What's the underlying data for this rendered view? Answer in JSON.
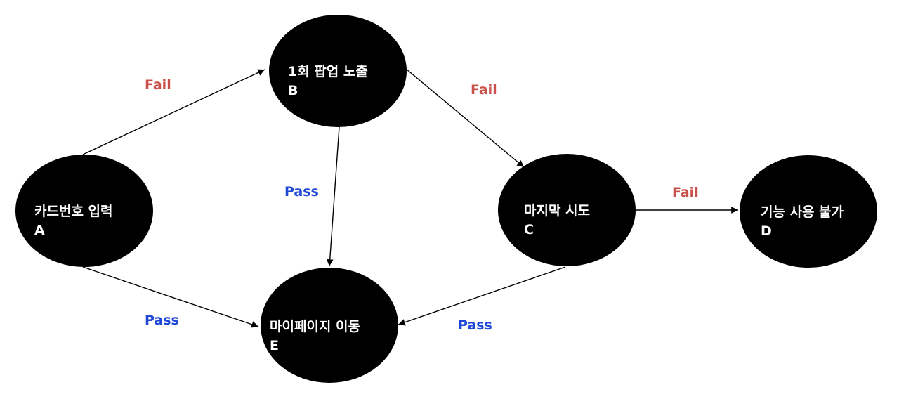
{
  "nodes": {
    "a": {
      "title": "카드번호 입력",
      "id": "A"
    },
    "b": {
      "title": "1회 팝업 노출",
      "id": "B"
    },
    "c": {
      "title": "마지막 시도",
      "id": "C"
    },
    "d": {
      "title": "기능 사용 불가",
      "id": "D"
    },
    "e": {
      "title": "마이페이지 이동",
      "id": "E"
    }
  },
  "edges": {
    "a_b": {
      "label": "Fail"
    },
    "b_c": {
      "label": "Fail"
    },
    "c_d": {
      "label": "Fail"
    },
    "b_e": {
      "label": "Pass"
    },
    "a_e": {
      "label": "Pass"
    },
    "c_e": {
      "label": "Pass"
    }
  },
  "colors": {
    "node_fill": "#000000",
    "node_text": "#ffffff",
    "fail_label": "#c9504b",
    "pass_label": "#1f48d6",
    "edge": "#000000"
  }
}
